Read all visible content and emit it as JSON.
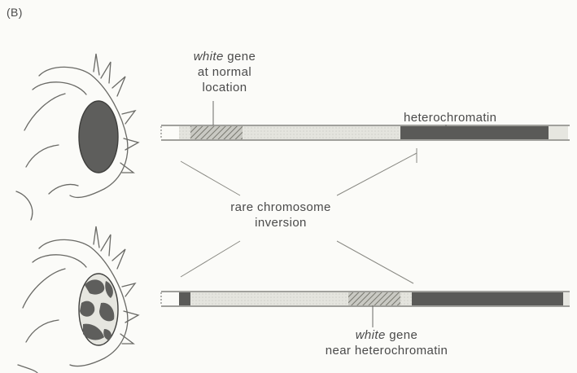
{
  "panel_label": "(B)",
  "labels": {
    "white_gene_normal_italic": "white",
    "white_gene_normal_rest": " gene",
    "white_gene_normal_line2": "at normal",
    "white_gene_normal_line3": "location",
    "heterochromatin": "heterochromatin",
    "inversion_line1": "rare chromosome",
    "inversion_line2": "inversion",
    "white_gene_near_italic": "white",
    "white_gene_near_rest": " gene",
    "white_gene_near_line2": "near heterochromatin"
  },
  "colors": {
    "euchromatin": "#e2e2dc",
    "heterochromatin": "#5a5a58",
    "white_gene_hatch": "#8a8a84",
    "line": "#6a6a66",
    "eye_dark": "#5e5e5c",
    "eye_light": "#e6e6e0"
  }
}
